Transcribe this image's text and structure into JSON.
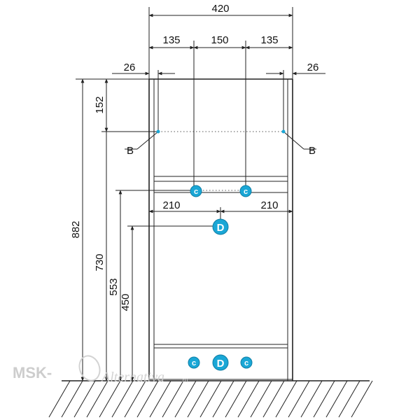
{
  "dimensions": {
    "overall_width": "420",
    "top_left": "135",
    "top_mid": "150",
    "top_right": "135",
    "side_left": "26",
    "side_right": "26",
    "top_height": "152",
    "mid_left": "210",
    "mid_right": "210",
    "h_882": "882",
    "h_730": "730",
    "h_553": "553",
    "h_450": "450"
  },
  "labels": {
    "b_left": "B",
    "b_right": "B"
  },
  "markers": {
    "c": "c",
    "d": "D"
  },
  "watermark": {
    "brand": "MSK-",
    "script": "Alternativa",
    "suffix": ".ru"
  },
  "colors": {
    "marker": "#1aa7d6",
    "line": "#222222",
    "watermark": "#c8c8c8"
  }
}
